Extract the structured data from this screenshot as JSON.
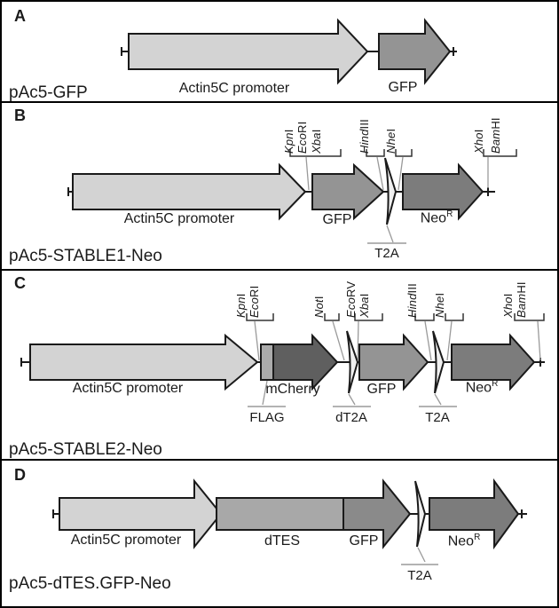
{
  "colors": {
    "outline": "#1a1a1a",
    "promoter": "#d3d3d3",
    "gfp": "#949494",
    "gfp_dark": "#8a8a8a",
    "neo": "#7c7c7c",
    "mcherry": "#5f5f5f",
    "flag": "#ababab",
    "dtes": "#a8a8a8",
    "sliver": "#f0f0f0"
  },
  "panelA": {
    "letter": "A",
    "plasmid_name": "pAc5-GFP",
    "genes": {
      "promoter": "Actin5C promoter",
      "gfp": "GFP"
    }
  },
  "panelB": {
    "letter": "B",
    "plasmid_name": "pAc5-STABLE1-Neo",
    "genes": {
      "promoter": "Actin5C promoter",
      "gfp": "GFP",
      "neo": "Neo",
      "neo_sup": "R"
    },
    "sites": {
      "kpnI": {
        "it": "Kpn",
        "rm": "I"
      },
      "ecoRI": {
        "it": "Eco",
        "rm": "RI"
      },
      "xbaI": {
        "it": "Xba",
        "rm": "I"
      },
      "hindIII": {
        "it": "Hind",
        "rm": "III"
      },
      "nheI": {
        "it": "Nhe",
        "rm": "I"
      },
      "xhoI": {
        "it": "Xho",
        "rm": "I"
      },
      "bamHI": {
        "it": "Bam",
        "rm": "HI"
      }
    },
    "callouts": {
      "t2a": "T2A"
    }
  },
  "panelC": {
    "letter": "C",
    "plasmid_name": "pAc5-STABLE2-Neo",
    "genes": {
      "promoter": "Actin5C promoter",
      "mcherry": "mCherry",
      "gfp": "GFP",
      "neo": "Neo",
      "neo_sup": "R"
    },
    "sites": {
      "kpnI": {
        "it": "Kpn",
        "rm": "I"
      },
      "ecoRI": {
        "it": "Eco",
        "rm": "RI"
      },
      "notI": {
        "it": "Not",
        "rm": "I"
      },
      "ecoRV": {
        "it": "Eco",
        "rm": "RV"
      },
      "xbaI": {
        "it": "Xba",
        "rm": "I"
      },
      "hindIII": {
        "it": "Hind",
        "rm": "III"
      },
      "nheI": {
        "it": "Nhe",
        "rm": "I"
      },
      "xhoI": {
        "it": "Xho",
        "rm": "I"
      },
      "bamHI": {
        "it": "Bam",
        "rm": "HI"
      }
    },
    "callouts": {
      "flag": "FLAG",
      "dt2a": "dT2A",
      "t2a": "T2A"
    }
  },
  "panelD": {
    "letter": "D",
    "plasmid_name": "pAc5-dTES.GFP-Neo",
    "genes": {
      "promoter": "Actin5C promoter",
      "dtes": "dTES",
      "gfp": "GFP",
      "neo": "Neo",
      "neo_sup": "R"
    },
    "callouts": {
      "t2a": "T2A"
    }
  }
}
